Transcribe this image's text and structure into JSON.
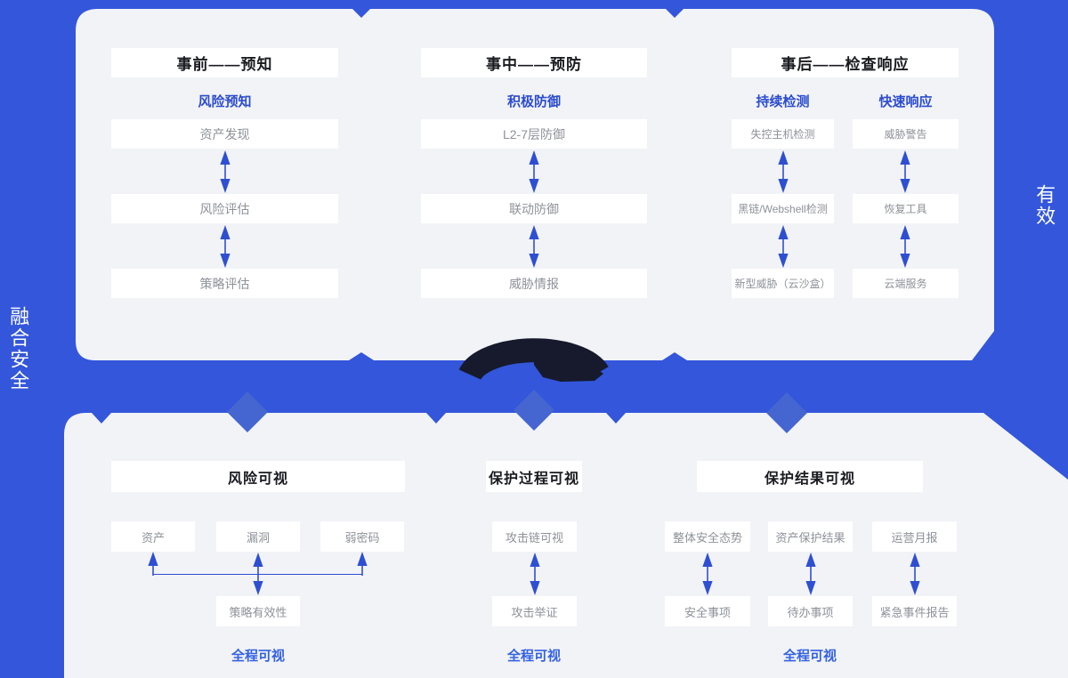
{
  "colors": {
    "bg": "#3356DB",
    "panel": "#F2F3F7",
    "box": "#FFFFFF",
    "heading-text": "#1A1B20",
    "box-text": "#8E9199",
    "accent": "#2B4CCE",
    "accent-bright": "#3462E2",
    "arrow": "#2E4FD2",
    "diamond": "#4565D0",
    "logo-blob": "#161A2C",
    "side-text": "#FFFFFF"
  },
  "side_labels": {
    "left": "融合安全",
    "right": "有效"
  },
  "top_panel": {
    "columns": [
      {
        "header": "事前——预知",
        "groups": [
          {
            "sublabel": "风险预知",
            "boxes": [
              "资产发现",
              "风险评估",
              "策略评估"
            ]
          }
        ]
      },
      {
        "header": "事中——预防",
        "groups": [
          {
            "sublabel": "积极防御",
            "boxes": [
              "L2-7层防御",
              "联动防御",
              "威胁情报"
            ]
          }
        ]
      },
      {
        "header": "事后——检查响应",
        "groups": [
          {
            "sublabel": "持续检测",
            "boxes": [
              "失控主机检测",
              "黑链/Webshell检测",
              "新型威胁（云沙盒）"
            ]
          },
          {
            "sublabel": "快速响应",
            "boxes": [
              "威胁警告",
              "恢复工具",
              "云端服务"
            ]
          }
        ]
      }
    ]
  },
  "bottom_panel": {
    "sections": [
      {
        "header": "风险可视",
        "row1": [
          "资产",
          "漏洞",
          "弱密码"
        ],
        "row2": [
          "策略有效性"
        ],
        "footer": "全程可视"
      },
      {
        "header": "保护过程可视",
        "row1": [
          "攻击链可视"
        ],
        "row2": [
          "攻击举证"
        ],
        "footer": "全程可视"
      },
      {
        "header": "保护结果可视",
        "row1": [
          "整体安全态势",
          "资产保护结果",
          "运营月报"
        ],
        "row2": [
          "安全事项",
          "待办事项",
          "紧急事件报告"
        ],
        "footer": "全程可视"
      }
    ]
  }
}
